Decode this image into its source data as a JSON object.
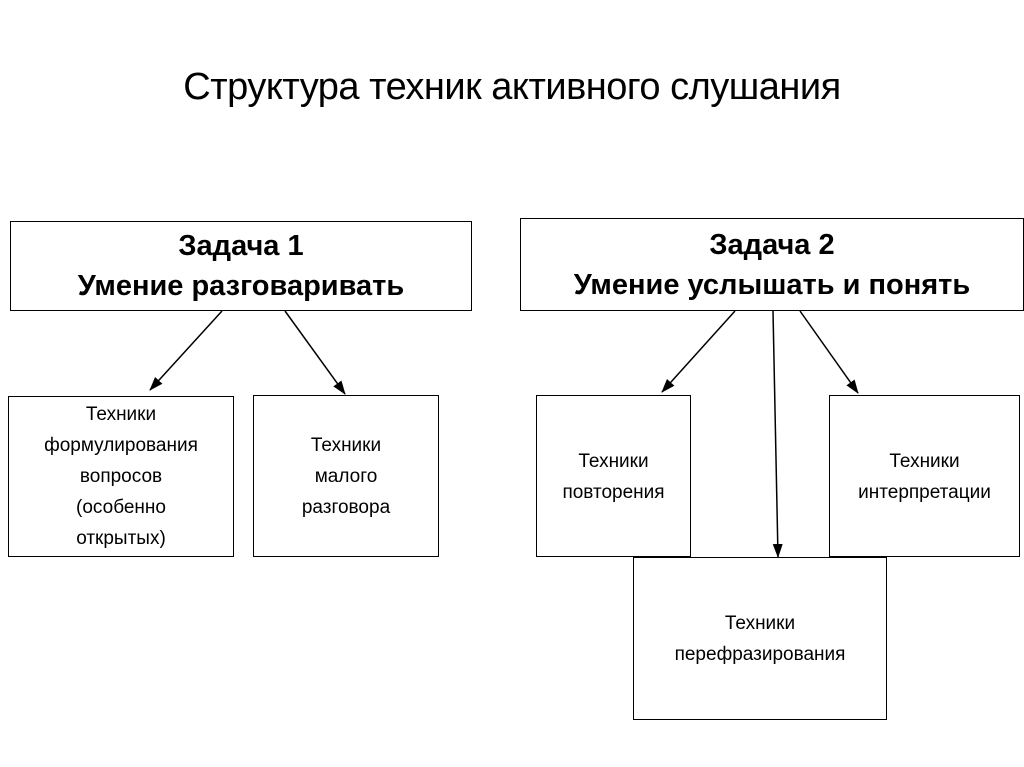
{
  "title": "Структура техник активного слушания",
  "task1": {
    "heading": "Задача 1",
    "subtitle": "Умение разговаривать",
    "children": [
      [
        "Техники",
        "формулирования",
        "вопросов",
        "(особенно",
        "открытых)"
      ],
      [
        "Техники",
        "малого",
        "разговора"
      ]
    ]
  },
  "task2": {
    "heading": "Задача 2",
    "subtitle": "Умение услышать и понять",
    "children": [
      [
        "Техники",
        "повторения"
      ],
      [
        "Техники",
        "интерпретации"
      ],
      [
        "Техники",
        "перефразирования"
      ]
    ]
  }
}
